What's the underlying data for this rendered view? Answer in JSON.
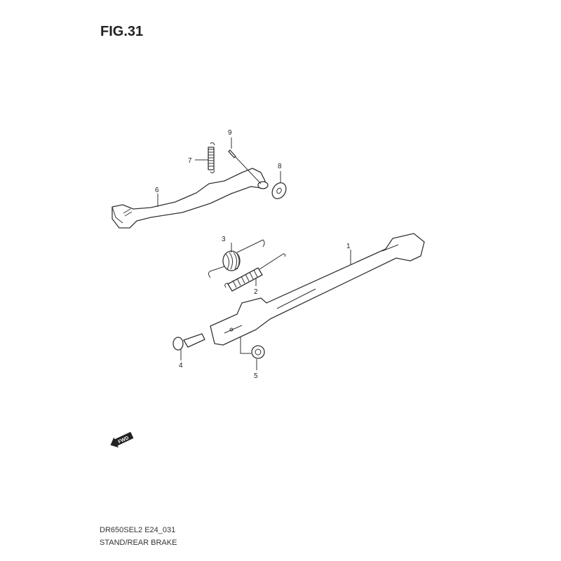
{
  "figure": {
    "title": "FIG.31",
    "model_code": "DR650SEL2 E24_031",
    "section_name": "STAND/REAR BRAKE"
  },
  "direction_marker": {
    "label": "FWD",
    "icon": "forward-arrow-icon"
  },
  "callouts": [
    {
      "number": "1",
      "part": "side-stand"
    },
    {
      "number": "2",
      "part": "stand-spring-lower"
    },
    {
      "number": "3",
      "part": "stand-spring-upper"
    },
    {
      "number": "4",
      "part": "stand-bolt"
    },
    {
      "number": "5",
      "part": "stand-nut"
    },
    {
      "number": "6",
      "part": "rear-brake-pedal"
    },
    {
      "number": "7",
      "part": "brake-pedal-return-spring"
    },
    {
      "number": "8",
      "part": "washer"
    },
    {
      "number": "9",
      "part": "cotter-pin"
    }
  ]
}
